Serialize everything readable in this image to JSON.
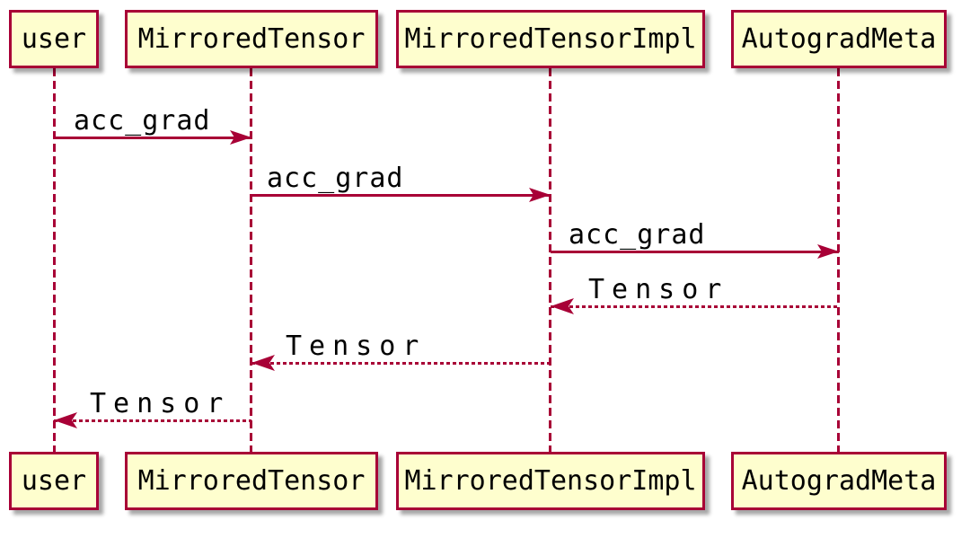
{
  "diagram": {
    "type": "sequence",
    "participants": [
      {
        "name": "user"
      },
      {
        "name": "MirroredTensor"
      },
      {
        "name": "MirroredTensorImpl"
      },
      {
        "name": "AutogradMeta"
      }
    ],
    "messages": [
      {
        "from": "user",
        "to": "MirroredTensor",
        "label": "acc_grad",
        "style": "solid",
        "direction": "right"
      },
      {
        "from": "MirroredTensor",
        "to": "MirroredTensorImpl",
        "label": "acc_grad",
        "style": "solid",
        "direction": "right"
      },
      {
        "from": "MirroredTensorImpl",
        "to": "AutogradMeta",
        "label": "acc_grad",
        "style": "solid",
        "direction": "right"
      },
      {
        "from": "AutogradMeta",
        "to": "MirroredTensorImpl",
        "label": "Tensor",
        "style": "dashed",
        "direction": "left"
      },
      {
        "from": "MirroredTensorImpl",
        "to": "MirroredTensor",
        "label": "Tensor",
        "style": "dashed",
        "direction": "left"
      },
      {
        "from": "MirroredTensor",
        "to": "user",
        "label": "Tensor",
        "style": "dashed",
        "direction": "left"
      }
    ],
    "colors": {
      "box_fill": "#FEFECE",
      "line": "#A80036",
      "text": "#000000",
      "background": "#FFFFFF"
    }
  }
}
